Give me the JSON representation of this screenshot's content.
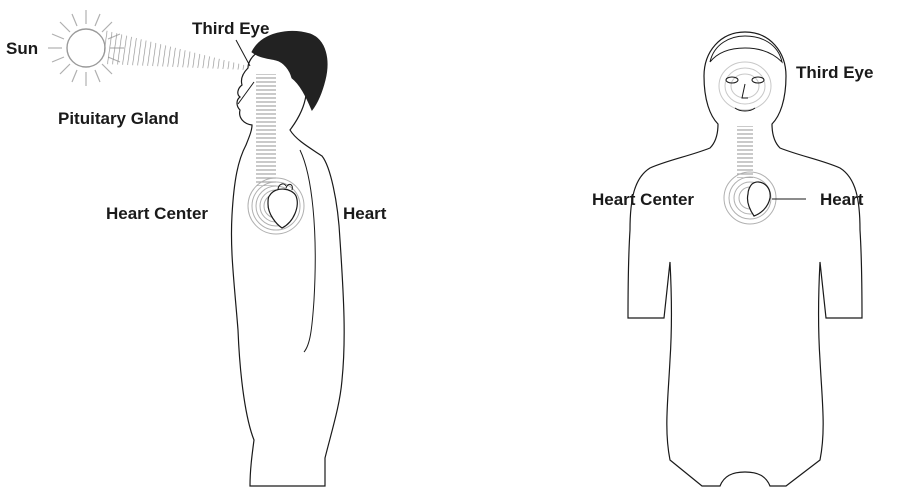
{
  "figures": {
    "side_view": {
      "labels": {
        "sun": "Sun",
        "third_eye": "Third Eye",
        "pituitary": "Pituitary Gland",
        "heart_center": "Heart Center",
        "heart": "Heart"
      }
    },
    "front_view": {
      "labels": {
        "third_eye": "Third Eye",
        "heart_center": "Heart Center",
        "heart": "Heart"
      }
    }
  },
  "colors": {
    "line": "#1a1a1a",
    "hair": "#222222",
    "ray": "#9a9a9a",
    "background": "#ffffff"
  }
}
